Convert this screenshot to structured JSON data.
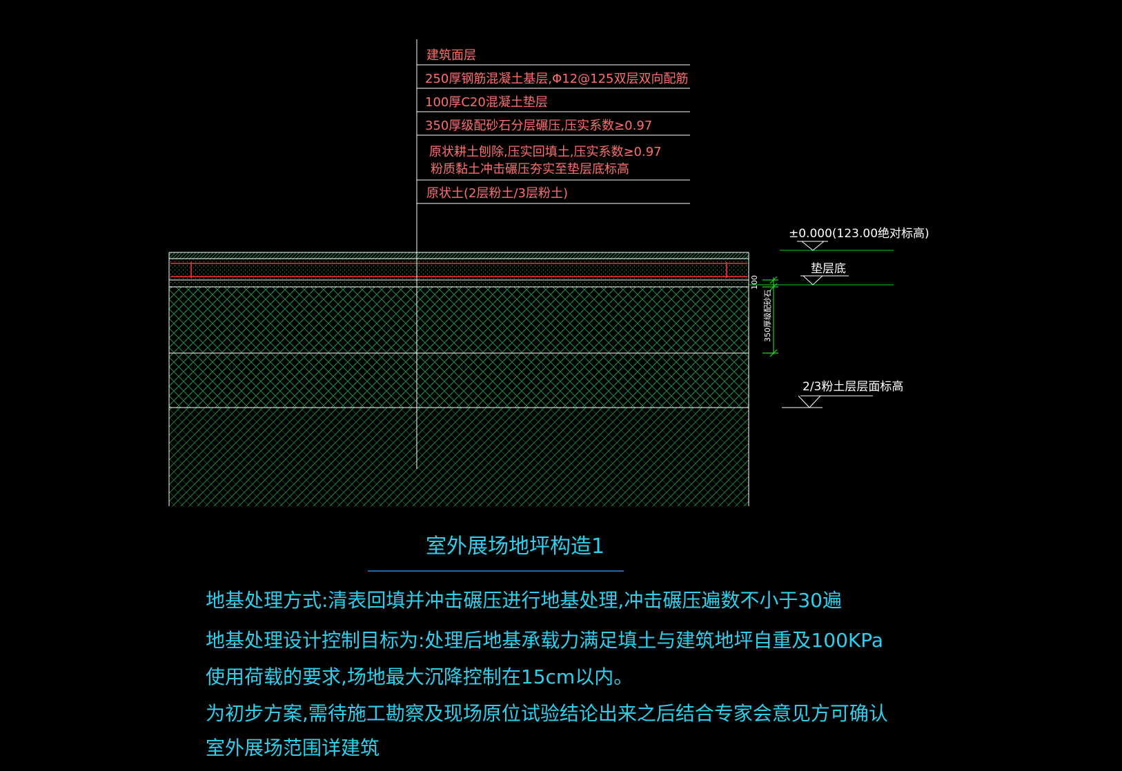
{
  "colors": {
    "background": "#000000",
    "leader_line": "#ffffff",
    "layer_text": "#ff6f6f",
    "rebar_line": "#ff3030",
    "hatch": "#1f8a4a",
    "level_line": "#22d022",
    "title_text": "#2fd0ee",
    "title_underline": "#2a8ce0"
  },
  "layer_labels": [
    "建筑面层",
    "250厚钢筋混凝土基层,Φ12@125双层双向配筋",
    "100厚C20混凝土垫层",
    "350厚级配砂石分层碾压,压实系数≥0.97",
    "原状耕土刨除,压实回填土,压实系数≥0.97",
    "粉质黏土冲击碾压夯实至垫层底标高",
    "原状土(2层粉土/3层粉土)"
  ],
  "levels": {
    "finish": "±0.000(123.00绝对标高)",
    "cushion_bottom": "垫层底",
    "silt_top": "2/3粉土层层面标高"
  },
  "dimensions": {
    "top": "100",
    "side": "350厚级配砂石"
  },
  "title": "室外展场地坪构造1",
  "notes": [
    "地基处理方式:清表回填并冲击碾压进行地基处理,冲击碾压遍数不小于30遍",
    "地基处理设计控制目标为:处理后地基承载力满足填土与建筑地坪自重及100KPa",
    "使用荷载的要求,场地最大沉降控制在15cm以内。",
    "为初步方案,需待施工勘察及现场原位试验结论出来之后结合专家会意见方可确认",
    "室外展场范围详建筑"
  ]
}
